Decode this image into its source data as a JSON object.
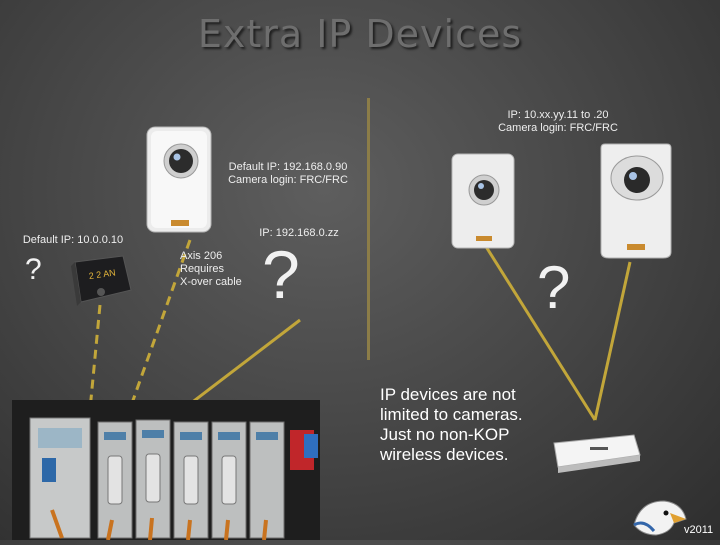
{
  "slide": {
    "title": "Extra IP Devices",
    "right_camera_label_line1": "IP: 10.xx.yy.11 to .20",
    "right_camera_label_line2": "Camera login: FRC/FRC",
    "center_camera_label_line1": "Default IP: 192.168.0.90",
    "center_camera_label_line2": "Camera login: FRC/FRC",
    "left_device_label": "Default IP: 10.0.0.10",
    "center_ip_label": "IP: 192.168.0.zz",
    "axis_note_line1": "Axis 206",
    "axis_note_line2": "Requires",
    "axis_note_line3": "X-over cable",
    "question_small": "?",
    "question_center": "?",
    "question_right": "?",
    "note_line1": "IP devices are not",
    "note_line2": "limited to cameras.",
    "note_line3": "Just no non-KOP",
    "note_line4": "wireless devices.",
    "version": "v2011",
    "colors": {
      "background": "#4a4a4a",
      "title": "#6e6e6e",
      "divider": "#8c7d48",
      "wire": "#c2a63a"
    },
    "icons": [
      "camera-icon",
      "adapter-icon",
      "crio-icon",
      "router-icon",
      "eagle-logo-icon"
    ]
  }
}
